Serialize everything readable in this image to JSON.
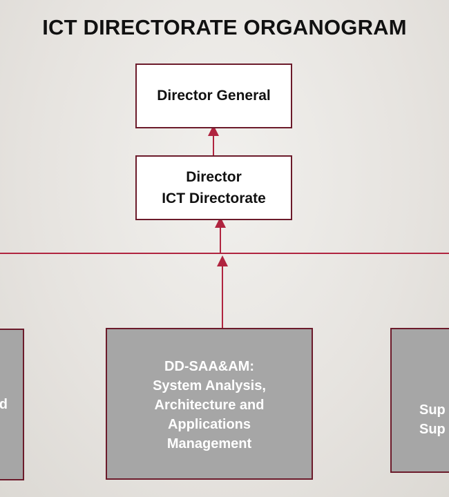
{
  "title": "ICT DIRECTORATE ORGANOGRAM",
  "colors": {
    "line": "#b0243f",
    "border": "#6b1a2a",
    "gray_box": "#a6a6a6"
  },
  "boxes": {
    "director_general": "Director General",
    "director": "Director\nICT Directorate",
    "left_partial": "d",
    "center": "DD-SAA&AM:\nSystem Analysis,\nArchitecture and\nApplications\nManagement",
    "right_partial": "Sup\nSup"
  }
}
